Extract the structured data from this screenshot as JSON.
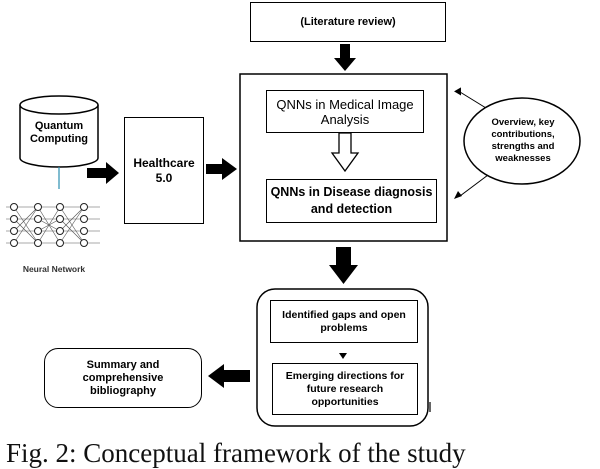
{
  "nodes": {
    "literature_review": "(Literature review)",
    "quantum_computing": "Quantum Computing",
    "neural_network": "Neural Network",
    "healthcare": "Healthcare 5.0",
    "qnn_image": "QNNs in Medical Image Analysis",
    "qnn_disease": "QNNs in Disease diagnosis and detection",
    "overview": "Overview, key contributions, strengths and weaknesses",
    "gaps": "Identified gaps and open problems",
    "directions": "Emerging directions for future research opportunities",
    "summary": "Summary and comprehensive bibliography"
  },
  "caption": "Fig. 2: Conceptual framework of the study"
}
